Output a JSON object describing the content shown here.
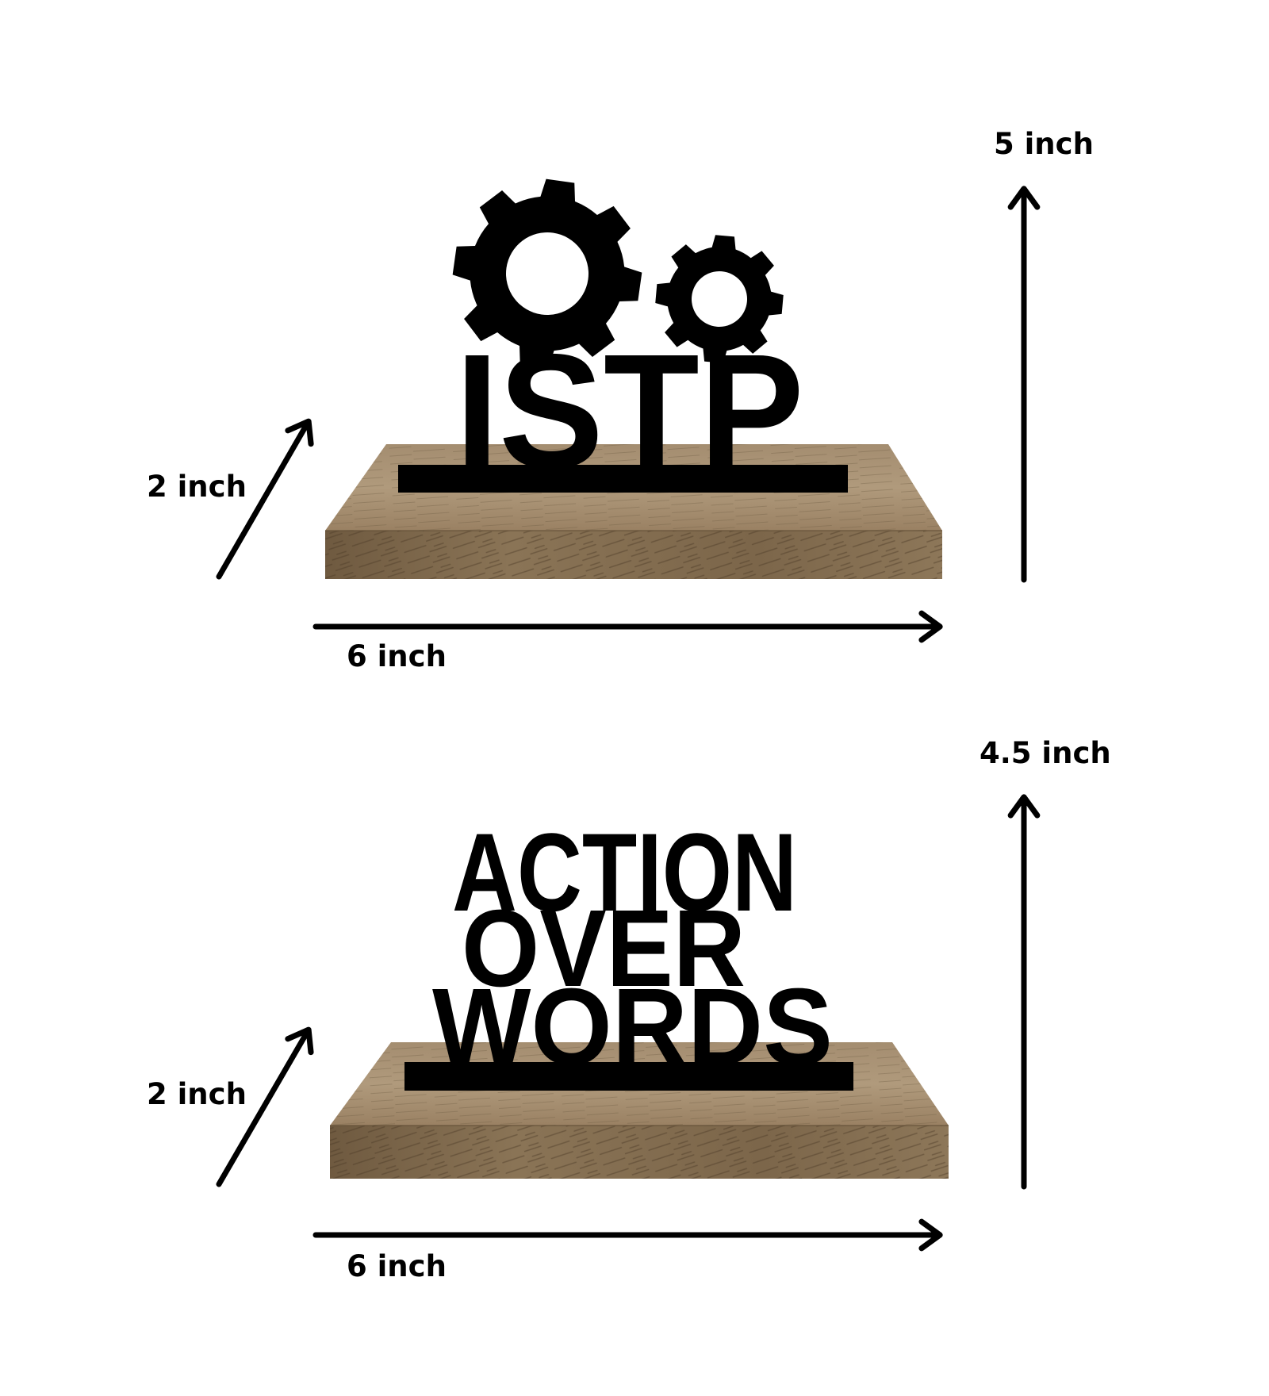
{
  "products": [
    {
      "name": "ISTP",
      "sign_text": "ISTP",
      "decoration": "gear-icons",
      "dimensions": {
        "height_label": "5 inch",
        "depth_label": "2 inch",
        "width_label": "6 inch"
      }
    },
    {
      "name": "Action Over Words",
      "sign_lines": [
        "ACTION",
        "OVER",
        "WORDS"
      ],
      "dimensions": {
        "height_label": "4.5 inch",
        "depth_label": "2 inch",
        "width_label": "6 inch"
      }
    }
  ],
  "colors": {
    "background": "#ffffff",
    "sign": "#000000",
    "wood_top": "#9c8467",
    "wood_front": "#7a6548",
    "arrow": "#000000"
  }
}
